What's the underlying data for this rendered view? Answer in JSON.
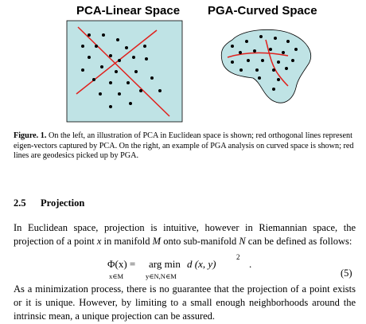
{
  "figure": {
    "left_title": "PCA-Linear Space",
    "right_title": "PGA-Curved Space",
    "colors": {
      "panel_fill": "#bfe3e5",
      "line": "#e0201c",
      "dot": "#000000"
    },
    "caption_label": "Figure. 1.",
    "caption_text": "On the left, an illustration of PCA in Euclidean space is shown; red orthogonal lines represent eigen-vectors captured by PCA. On the right, an example of PGA analysis on curved space is shown; red lines are geodesics picked up by PGA."
  },
  "section": {
    "number": "2.5",
    "title": "Projection"
  },
  "paragraph1": {
    "part1": "In Euclidean space, projection is intuitive, however in Riemannian space, the projection of a point ",
    "x": "x",
    "part2": " in manifold ",
    "M": "M",
    "part3": " onto sub-manifold ",
    "N": "N",
    "part4": " can be defined as follows:"
  },
  "equation": {
    "lhs": "Φ(x) = ",
    "argmin": "arg min",
    "rhs": " d (x, y)",
    "exp": "2",
    "under_x": "x∈M",
    "under_y": "y∈N,N∈M",
    "dot": ".",
    "number": "(5)"
  },
  "paragraph2": "As a minimization process, there is no guarantee that the projection of a point exists or it is unique. However, by limiting to a small enough neighborhoods around the intrinsic mean, a unique projection can be assured."
}
